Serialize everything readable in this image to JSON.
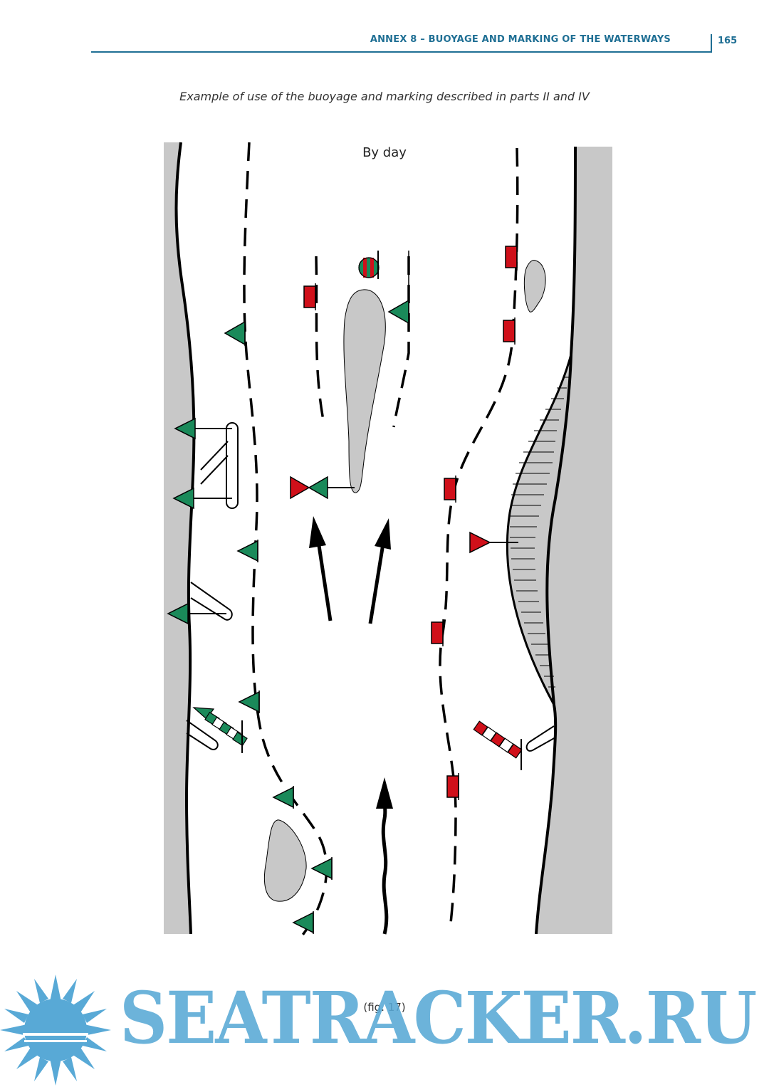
{
  "header": {
    "title": "ANNEX 8 – BUOYAGE AND MARKING OF THE WATERWAYS",
    "page_number": "165"
  },
  "caption": "Example of use of the buoyage and marking described in parts II and IV",
  "diagram": {
    "label": "By day"
  },
  "figure_label": "(fig. 17)",
  "watermark": {
    "text": "SEATRACKER.RU"
  },
  "colors": {
    "accent": "#1f6f94",
    "green": "#1a8a5a",
    "red": "#d0101a",
    "bank": "#c8c8c8",
    "watermark": "#58a9d6"
  }
}
